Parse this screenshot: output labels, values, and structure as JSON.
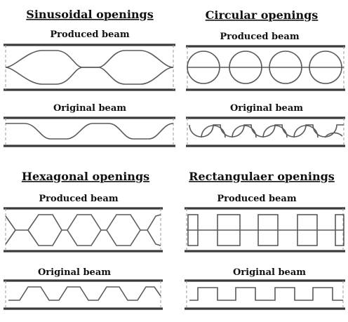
{
  "panels": [
    {
      "title": "Sinusoidal openings",
      "produced_label": "Produced beam",
      "original_label": "Original beam"
    },
    {
      "title": "Circular openings",
      "produced_label": "Produced beam",
      "original_label": "Original beam"
    },
    {
      "title": "Hexagonal openings",
      "produced_label": "Produced beam",
      "original_label": "Original beam"
    },
    {
      "title": "Rectangulaer openings",
      "produced_label": "Produced beam",
      "original_label": "Original beam"
    }
  ],
  "colors": {
    "flange": "#3a3a3a",
    "web": "#5a5a5a",
    "background": "#ffffff"
  }
}
